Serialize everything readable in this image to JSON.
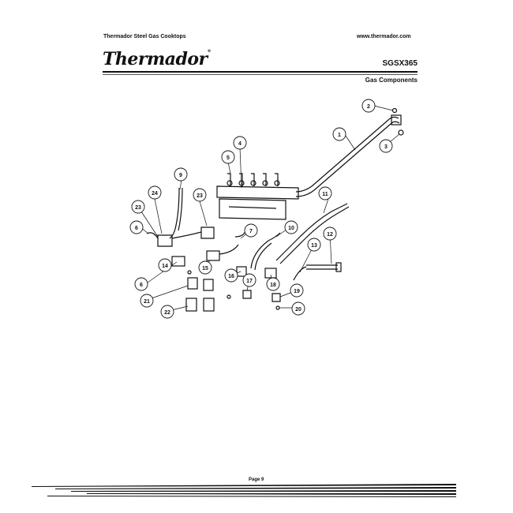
{
  "header": {
    "left_text": "Thermador Steel Gas Cooktops",
    "right_text": "www.thermador.com"
  },
  "brand": {
    "logo_text": "Thermador",
    "registered_mark": "®"
  },
  "model": "SGSX365",
  "section_title": "Gas Components",
  "diagram": {
    "callouts": [
      "1",
      "2",
      "3",
      "4",
      "5",
      "6",
      "7",
      "9",
      "10",
      "11",
      "12",
      "13",
      "14",
      "15",
      "16",
      "17",
      "18",
      "19",
      "20",
      "21",
      "22",
      "23",
      "24",
      "23",
      "6"
    ]
  },
  "footer": {
    "page_label": "Page   9"
  },
  "colors": {
    "ink": "#111111",
    "paper": "#ffffff"
  }
}
